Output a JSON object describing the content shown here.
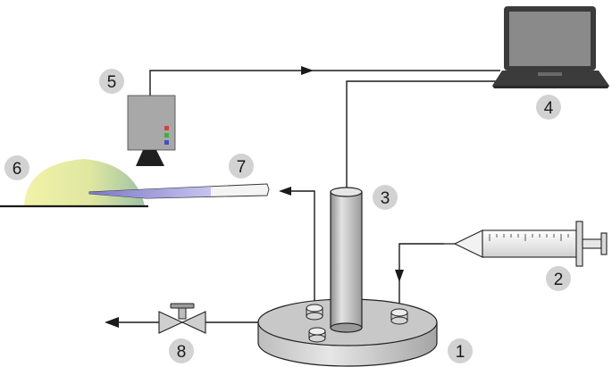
{
  "labels": {
    "base": "1",
    "syringe": "2",
    "column": "3",
    "laptop": "4",
    "camera": "5",
    "drop": "6",
    "capillary": "7",
    "valve": "8"
  },
  "colors": {
    "label_circle": "#d2d2d2",
    "metal": "#c9c9c9",
    "camera_body": "#a8a8a8",
    "laptop_frame": "#3b3b3b",
    "laptop_screen": "#8a8a8a",
    "drop_yellow": "#eef0a0",
    "drop_green": "#a8c8a0",
    "capillary_fill": "#9a96d8",
    "led_red": "#d44040",
    "led_green": "#40b040",
    "led_blue": "#4050c0"
  }
}
